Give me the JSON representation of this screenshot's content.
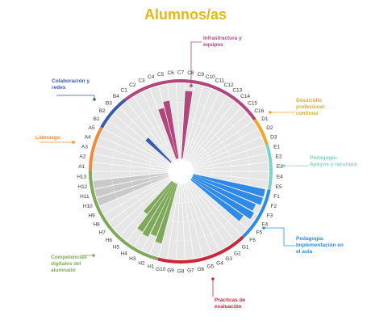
{
  "chart_data": {
    "type": "radial-bar",
    "title": "Alumnos/as",
    "scale": [
      0,
      1
    ],
    "groups": [
      {
        "id": "A",
        "label": "Liderazgo",
        "color": "#f08a3c",
        "categories": [
          "A1",
          "A2",
          "A3",
          "A4",
          "A5"
        ],
        "values": [
          0,
          0,
          0,
          0,
          0
        ]
      },
      {
        "id": "B",
        "label": "Colaboración y redes",
        "color": "#3a5aae",
        "categories": [
          "B1",
          "B2",
          "B3",
          "B4"
        ],
        "values": [
          0,
          0,
          0.45,
          0
        ]
      },
      {
        "id": "C",
        "label": "Infrastructura y equipos",
        "color": "#b0467b",
        "categories": [
          "C1",
          "C2",
          "C3",
          "C4",
          "C5",
          "C6",
          "C7",
          "C8",
          "C9",
          "C10",
          "C11",
          "C12",
          "C13",
          "C14",
          "C15",
          "C16"
        ],
        "values": [
          0,
          0,
          0,
          0.7,
          0.78,
          0,
          0,
          0.9,
          0,
          0,
          0,
          0,
          0,
          0,
          0,
          0
        ]
      },
      {
        "id": "D",
        "label": "Desarrollo profesional continuo",
        "color": "#f0a62b",
        "categories": [
          "D1",
          "D2",
          "D3"
        ],
        "values": [
          0,
          0,
          0
        ]
      },
      {
        "id": "E",
        "label": "Pedagogía: Apoyos y recursos",
        "color": "#7fd3c6",
        "categories": [
          "E1",
          "E2",
          "E3",
          "E4",
          "E5"
        ],
        "values": [
          0,
          0,
          0,
          0,
          0
        ]
      },
      {
        "id": "F",
        "label": "Pedagogía: Implementación en el aula",
        "color": "#2e8ae6",
        "categories": [
          "F1",
          "F2",
          "F3",
          "F4",
          "F5",
          "F6"
        ],
        "values": [
          0.98,
          0.98,
          0.92,
          0.95,
          0.85,
          0
        ]
      },
      {
        "id": "G",
        "label": "Prácticas de evaluación",
        "color": "#c8283a",
        "categories": [
          "G1",
          "G2",
          "G3",
          "G4",
          "G5",
          "G6",
          "G7",
          "G8",
          "G9",
          "G10"
        ],
        "values": [
          0,
          0,
          0,
          0,
          0,
          0,
          0,
          0,
          0,
          0
        ]
      },
      {
        "id": "H",
        "label": "Competencias digitales del alumnado",
        "color": "#7fa85a",
        "categories": [
          "H1",
          "H2",
          "H3",
          "H4",
          "H5",
          "H6",
          "H7",
          "H8",
          "H9",
          "H10",
          "H11",
          "H12",
          "H13"
        ],
        "values": [
          0.82,
          0.75,
          0.8,
          0.78,
          0.55,
          0,
          0,
          0,
          0,
          0,
          0,
          0,
          0
        ]
      }
    ],
    "grey_bars": [
      "H10",
      "H11",
      "H12"
    ]
  }
}
